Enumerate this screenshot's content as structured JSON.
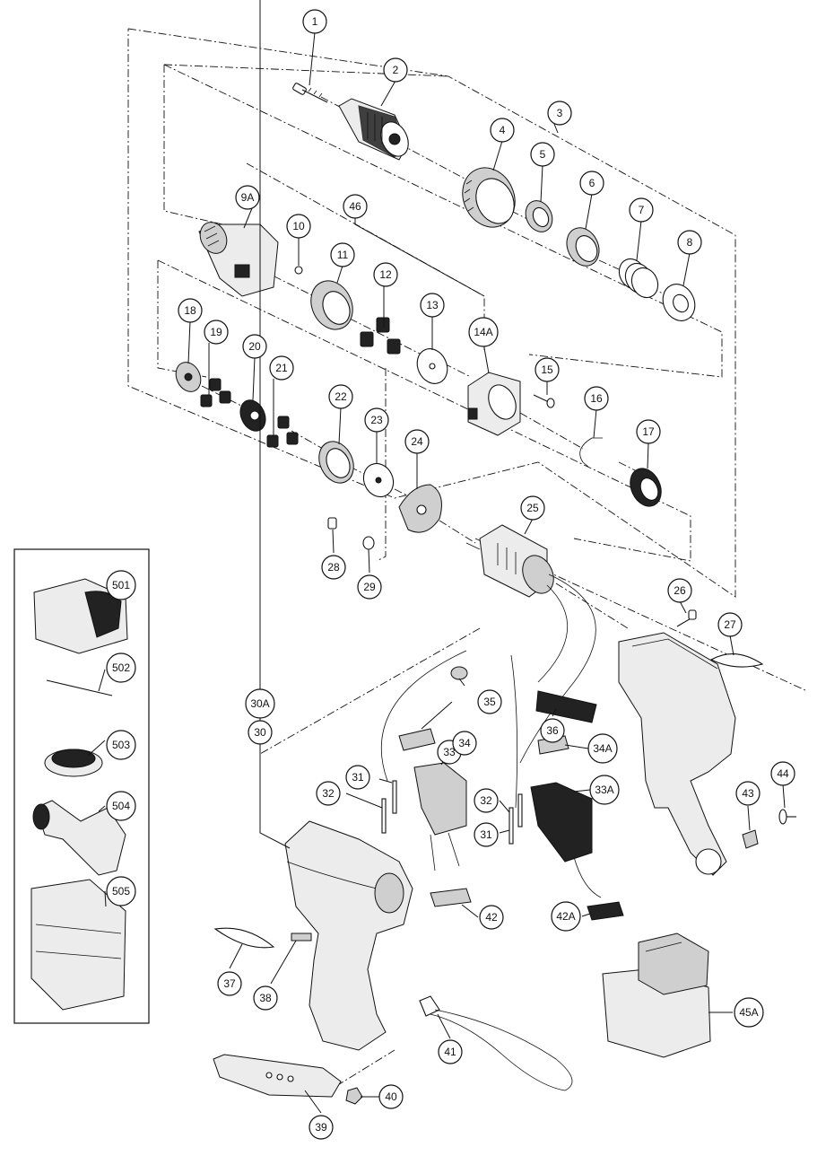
{
  "callouts": [
    {
      "id": "c1",
      "label": "1"
    },
    {
      "id": "c2",
      "label": "2"
    },
    {
      "id": "c3",
      "label": "3"
    },
    {
      "id": "c4",
      "label": "4"
    },
    {
      "id": "c5",
      "label": "5"
    },
    {
      "id": "c6",
      "label": "6"
    },
    {
      "id": "c7",
      "label": "7"
    },
    {
      "id": "c8",
      "label": "8"
    },
    {
      "id": "c9A",
      "label": "9A"
    },
    {
      "id": "c10",
      "label": "10"
    },
    {
      "id": "c11",
      "label": "11"
    },
    {
      "id": "c12",
      "label": "12"
    },
    {
      "id": "c13",
      "label": "13"
    },
    {
      "id": "c14A",
      "label": "14A"
    },
    {
      "id": "c15",
      "label": "15"
    },
    {
      "id": "c16",
      "label": "16"
    },
    {
      "id": "c17",
      "label": "17"
    },
    {
      "id": "c18",
      "label": "18"
    },
    {
      "id": "c19",
      "label": "19"
    },
    {
      "id": "c20",
      "label": "20"
    },
    {
      "id": "c21",
      "label": "21"
    },
    {
      "id": "c22",
      "label": "22"
    },
    {
      "id": "c23",
      "label": "23"
    },
    {
      "id": "c24",
      "label": "24"
    },
    {
      "id": "c25",
      "label": "25"
    },
    {
      "id": "c26",
      "label": "26"
    },
    {
      "id": "c27",
      "label": "27"
    },
    {
      "id": "c28",
      "label": "28"
    },
    {
      "id": "c29",
      "label": "29"
    },
    {
      "id": "c30A",
      "label": "30A"
    },
    {
      "id": "c30",
      "label": "30"
    },
    {
      "id": "c31a",
      "label": "31"
    },
    {
      "id": "c31b",
      "label": "31"
    },
    {
      "id": "c32a",
      "label": "32"
    },
    {
      "id": "c32b",
      "label": "32"
    },
    {
      "id": "c33",
      "label": "33"
    },
    {
      "id": "c33A",
      "label": "33A"
    },
    {
      "id": "c34",
      "label": "34"
    },
    {
      "id": "c34A",
      "label": "34A"
    },
    {
      "id": "c35",
      "label": "35"
    },
    {
      "id": "c36",
      "label": "36"
    },
    {
      "id": "c37",
      "label": "37"
    },
    {
      "id": "c38",
      "label": "38"
    },
    {
      "id": "c39",
      "label": "39"
    },
    {
      "id": "c40",
      "label": "40"
    },
    {
      "id": "c41",
      "label": "41"
    },
    {
      "id": "c42",
      "label": "42"
    },
    {
      "id": "c42A",
      "label": "42A"
    },
    {
      "id": "c43",
      "label": "43"
    },
    {
      "id": "c44",
      "label": "44"
    },
    {
      "id": "c45A",
      "label": "45A"
    },
    {
      "id": "c46",
      "label": "46"
    },
    {
      "id": "c501",
      "label": "501"
    },
    {
      "id": "c502",
      "label": "502"
    },
    {
      "id": "c503",
      "label": "503"
    },
    {
      "id": "c504",
      "label": "504"
    },
    {
      "id": "c505",
      "label": "505"
    }
  ]
}
